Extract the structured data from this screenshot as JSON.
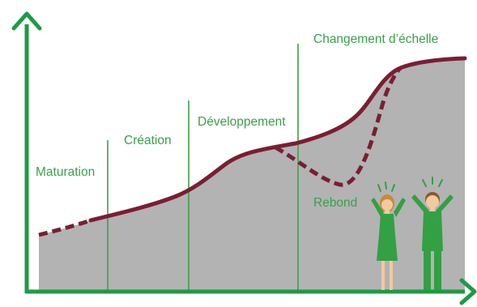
{
  "stages": [
    {
      "id": "maturation",
      "label": "Maturation"
    },
    {
      "id": "creation",
      "label": "Création"
    },
    {
      "id": "developpement",
      "label": "Développement"
    },
    {
      "id": "changement",
      "label": "Changement d’échelle"
    }
  ],
  "rebound_label": "Rebond",
  "colors": {
    "axis": "#1e9a45",
    "divider": "#3aa04a",
    "label": "#3aa04a",
    "area_fill": "#b3b3b3",
    "curve": "#7a1e33",
    "figure_green": "#33a043",
    "skin": "#f2c9a0",
    "hair_woman": "#c98a3b",
    "hair_man": "#8a5a2b"
  },
  "icons": [
    "arrow-up-icon",
    "arrow-right-icon",
    "celebrating-woman-icon",
    "celebrating-man-icon"
  ]
}
